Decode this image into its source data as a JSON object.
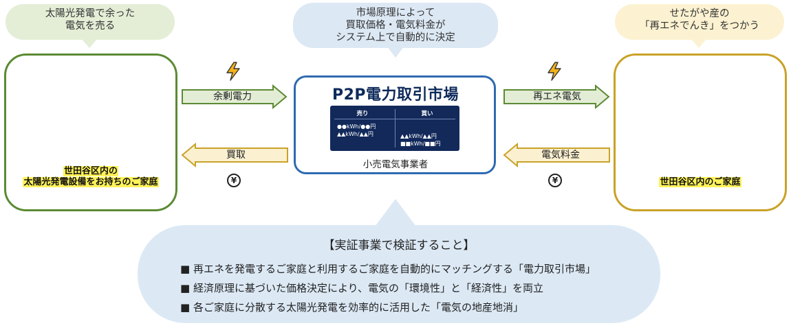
{
  "bubbles": {
    "left": [
      "太陽光発電で余った",
      "電気を売る"
    ],
    "center": [
      "市場原理によって",
      "買取価格・電気料金が",
      "システム上で自動的に決定"
    ],
    "right": [
      "せたがや産の",
      "「再エネでんき」をつかう"
    ]
  },
  "left_panel": {
    "lines": [
      "世田谷区内の",
      "太陽光発電設備をお持ちのご家庭"
    ]
  },
  "right_panel": {
    "label": "世田谷区内のご家庭"
  },
  "arrows": {
    "surplus": "余剰電力",
    "purchase": "買取",
    "renewable": "再エネ電気",
    "fee": "電気料金"
  },
  "market": {
    "title": "P2P電力取引市場",
    "sell_header": "売り",
    "buy_header": "買い",
    "sell_lines": [
      "●●kWh/●●円",
      "▲▲kWh/▲▲円"
    ],
    "buy_lines": [
      "▲▲kWh/▲▲円",
      "■■kWh/■■円"
    ],
    "subtitle": "小売電気事業者"
  },
  "yen_symbol": "¥",
  "verification": {
    "title": "【実証事業で検証すること】",
    "items": [
      "■ 再エネを発電するご家庭と利用するご家庭を自動的にマッチングする「電力取引市場」",
      "■ 経済原理に基づいた価格決定により、電気の「環境性」と「経済性」を両立",
      "■ 各ご家庭に分散する太陽光発電を効率的に活用した「電気の地産地消」"
    ]
  },
  "colors": {
    "green_border": "#5b8a32",
    "green_arrow_fill": "#e3edd5",
    "gold_border": "#c9a227",
    "gold_arrow_fill": "#fbf0d0",
    "blue_border": "#2e6ab0",
    "bubble_green": "#e4eed6",
    "bubble_blue": "#dce8f4",
    "bubble_yellow": "#fcf2d1",
    "verification_bg": "#dce9f5",
    "board": "#12295a",
    "roof": "#e8674d",
    "highlight": "#fff35a"
  }
}
